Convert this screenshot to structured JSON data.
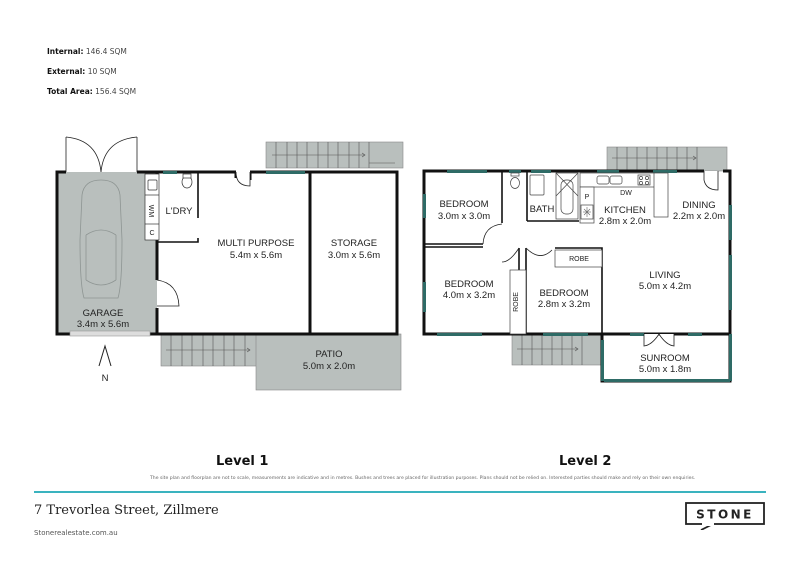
{
  "areas": {
    "internal": {
      "label": "Internal:",
      "value": "146.4 SQM"
    },
    "external": {
      "label": "External:",
      "value": "10 SQM"
    },
    "total": {
      "label": "Total Area:",
      "value": "156.4 SQM"
    }
  },
  "level1": {
    "title": "Level 1",
    "rooms": {
      "garage": {
        "name": "GARAGE",
        "size": "3.4m x 5.6m"
      },
      "laundry": {
        "name": "L'DRY"
      },
      "multi_purpose": {
        "name": "MULTI PURPOSE",
        "size": "5.4m x 5.6m"
      },
      "storage": {
        "name": "STORAGE",
        "size": "3.0m x 5.6m"
      },
      "patio": {
        "name": "PATIO",
        "size": "5.0m x 2.0m"
      }
    },
    "fixtures": {
      "wm": "WM",
      "c": "C"
    },
    "north": "N"
  },
  "level2": {
    "title": "Level 2",
    "rooms": {
      "bedroom1": {
        "name": "BEDROOM",
        "size": "3.0m x 3.0m"
      },
      "bath": {
        "name": "BATH"
      },
      "kitchen": {
        "name": "KITCHEN",
        "size": "2.8m x 2.0m"
      },
      "dining": {
        "name": "DINING",
        "size": "2.2m x 2.0m"
      },
      "bedroom2": {
        "name": "BEDROOM",
        "size": "4.0m x 3.2m"
      },
      "bedroom3": {
        "name": "BEDROOM",
        "size": "2.8m x 3.2m"
      },
      "living": {
        "name": "LIVING",
        "size": "5.0m x 4.2m"
      },
      "sunroom": {
        "name": "SUNROOM",
        "size": "5.0m x 1.8m"
      },
      "robe1": {
        "name": "ROBE"
      },
      "robe2": {
        "name": "ROBE"
      }
    },
    "fixtures": {
      "dw": "DW",
      "p": "P"
    }
  },
  "disclaimer": "The site plan and floorplan are not to scale, measurements are indicative and in metres. Bushes and trees are placed for illustration purposes. Plans should not be relied on. Interested parties should make and rely on their own enquiries.",
  "footer": {
    "address": "7 Trevorlea Street, Zillmere",
    "website": "Stonerealestate.com.au",
    "brand": "STONE"
  },
  "colors": {
    "wall": "#111111",
    "window": "#2e6b66",
    "grey_fill": "#b9bfbd",
    "accent": "#3ab3bf"
  }
}
